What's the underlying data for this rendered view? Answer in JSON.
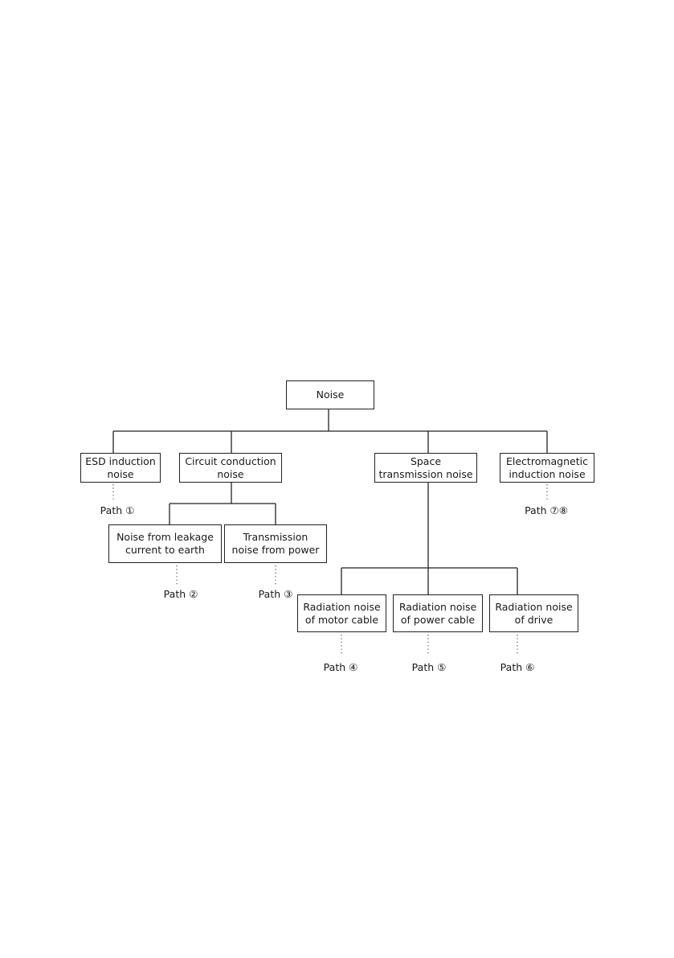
{
  "diagram": {
    "root": "Noise",
    "nodes": {
      "esd": "ESD induction\nnoise",
      "circuit": "Circuit conduction\nnoise",
      "space": "Space\ntransmission noise",
      "em": "Electromagnetic\ninduction noise",
      "leakage": "Noise from leakage\ncurrent to earth",
      "power": "Transmission\nnoise from power",
      "motor_cable": "Radiation noise\nof motor cable",
      "power_cable": "Radiation noise\nof power cable",
      "drive": "Radiation noise\nof drive"
    },
    "paths": {
      "p1": "Path ①",
      "p2": "Path ②",
      "p3": "Path ③",
      "p4": "Path ④",
      "p5": "Path ⑤",
      "p6": "Path ⑥",
      "p78": "Path ⑦⑧"
    }
  }
}
